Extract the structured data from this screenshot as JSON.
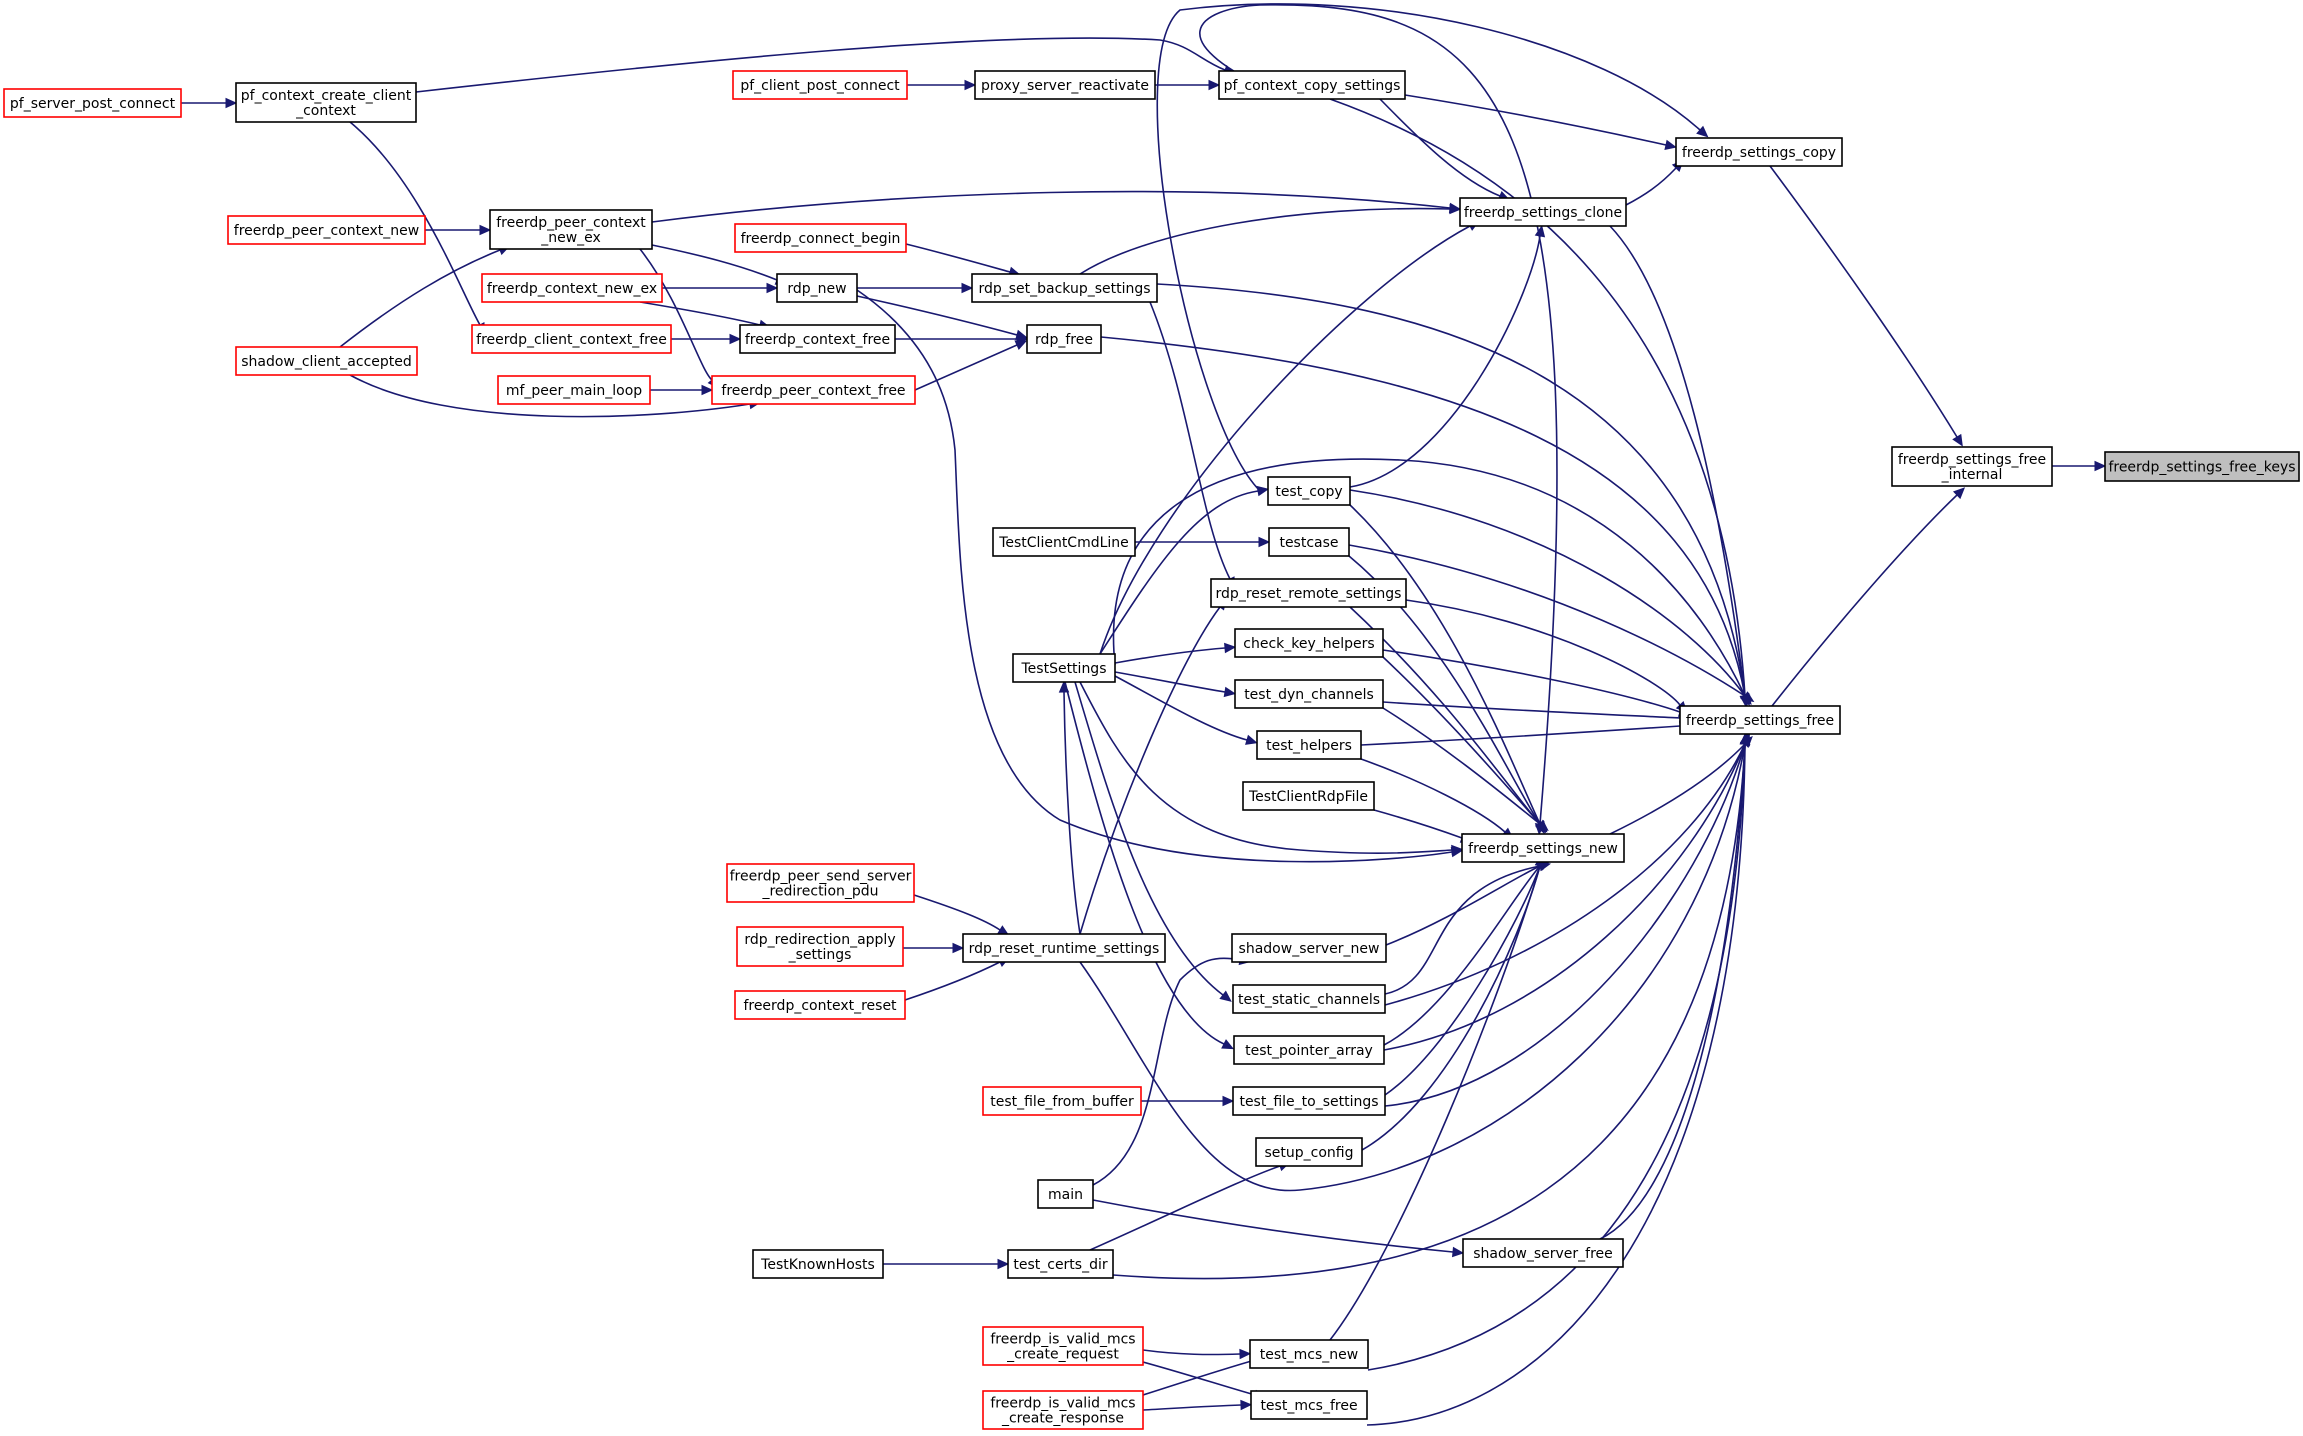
{
  "colors": {
    "edge": "#191970",
    "node_border": "#000000",
    "truncated_border": "#ff0000",
    "root_fill": "#bfbfbf",
    "background": "#ffffff"
  },
  "nodes": [
    {
      "id": "root",
      "label": [
        "freerdp_settings_free_keys"
      ],
      "style": "root"
    },
    {
      "id": "free_internal",
      "label": [
        "freerdp_settings_free",
        "_internal"
      ],
      "style": "normal"
    },
    {
      "id": "settings_copy",
      "label": [
        "freerdp_settings_copy"
      ],
      "style": "normal"
    },
    {
      "id": "settings_free",
      "label": [
        "freerdp_settings_free"
      ],
      "style": "normal"
    },
    {
      "id": "settings_clone",
      "label": [
        "freerdp_settings_clone"
      ],
      "style": "normal"
    },
    {
      "id": "settings_new",
      "label": [
        "freerdp_settings_new"
      ],
      "style": "normal"
    },
    {
      "id": "pf_copy",
      "label": [
        "pf_context_copy_settings"
      ],
      "style": "normal"
    },
    {
      "id": "proxy_react",
      "label": [
        "proxy_server_reactivate"
      ],
      "style": "normal"
    },
    {
      "id": "pf_client_post",
      "label": [
        "pf_client_post_connect"
      ],
      "style": "trunc"
    },
    {
      "id": "pf_create",
      "label": [
        "pf_context_create_client",
        "_context"
      ],
      "style": "normal"
    },
    {
      "id": "pf_server_post",
      "label": [
        "pf_server_post_connect"
      ],
      "style": "trunc"
    },
    {
      "id": "peer_new_ex",
      "label": [
        "freerdp_peer_context",
        "_new_ex"
      ],
      "style": "normal"
    },
    {
      "id": "peer_new",
      "label": [
        "freerdp_peer_context_new"
      ],
      "style": "trunc"
    },
    {
      "id": "shadow_acc",
      "label": [
        "shadow_client_accepted"
      ],
      "style": "trunc"
    },
    {
      "id": "connect_begin",
      "label": [
        "freerdp_connect_begin"
      ],
      "style": "trunc"
    },
    {
      "id": "set_backup",
      "label": [
        "rdp_set_backup_settings"
      ],
      "style": "normal"
    },
    {
      "id": "rdp_new",
      "label": [
        "rdp_new"
      ],
      "style": "normal"
    },
    {
      "id": "ctx_new_ex",
      "label": [
        "freerdp_context_new_ex"
      ],
      "style": "trunc"
    },
    {
      "id": "client_ctx_free",
      "label": [
        "freerdp_client_context_free"
      ],
      "style": "trunc"
    },
    {
      "id": "ctx_free",
      "label": [
        "freerdp_context_free"
      ],
      "style": "normal"
    },
    {
      "id": "rdp_free",
      "label": [
        "rdp_free"
      ],
      "style": "normal"
    },
    {
      "id": "mf_loop",
      "label": [
        "mf_peer_main_loop"
      ],
      "style": "trunc"
    },
    {
      "id": "peer_ctx_free",
      "label": [
        "freerdp_peer_context_free"
      ],
      "style": "trunc"
    },
    {
      "id": "test_copy",
      "label": [
        "test_copy"
      ],
      "style": "normal"
    },
    {
      "id": "testcase",
      "label": [
        "testcase"
      ],
      "style": "normal"
    },
    {
      "id": "tccl",
      "label": [
        "TestClientCmdLine"
      ],
      "style": "normal"
    },
    {
      "id": "reset_remote",
      "label": [
        "rdp_reset_remote_settings"
      ],
      "style": "normal"
    },
    {
      "id": "check_key",
      "label": [
        "check_key_helpers"
      ],
      "style": "normal"
    },
    {
      "id": "test_settings",
      "label": [
        "TestSettings"
      ],
      "style": "normal"
    },
    {
      "id": "test_dyn",
      "label": [
        "test_dyn_channels"
      ],
      "style": "normal"
    },
    {
      "id": "test_helpers",
      "label": [
        "test_helpers"
      ],
      "style": "normal"
    },
    {
      "id": "tcrf",
      "label": [
        "TestClientRdpFile"
      ],
      "style": "normal"
    },
    {
      "id": "peer_send",
      "label": [
        "freerdp_peer_send_server",
        "_redirection_pdu"
      ],
      "style": "trunc"
    },
    {
      "id": "redir_apply",
      "label": [
        "rdp_redirection_apply",
        "_settings"
      ],
      "style": "trunc"
    },
    {
      "id": "ctx_reset",
      "label": [
        "freerdp_context_reset"
      ],
      "style": "trunc"
    },
    {
      "id": "reset_runtime",
      "label": [
        "rdp_reset_runtime_settings"
      ],
      "style": "normal"
    },
    {
      "id": "shadow_new",
      "label": [
        "shadow_server_new"
      ],
      "style": "normal"
    },
    {
      "id": "test_static",
      "label": [
        "test_static_channels"
      ],
      "style": "normal"
    },
    {
      "id": "test_ptr",
      "label": [
        "test_pointer_array"
      ],
      "style": "normal"
    },
    {
      "id": "file_buf",
      "label": [
        "test_file_from_buffer"
      ],
      "style": "trunc"
    },
    {
      "id": "file_settings",
      "label": [
        "test_file_to_settings"
      ],
      "style": "normal"
    },
    {
      "id": "setup_config",
      "label": [
        "setup_config"
      ],
      "style": "normal"
    },
    {
      "id": "main",
      "label": [
        "main"
      ],
      "style": "normal"
    },
    {
      "id": "shadow_free",
      "label": [
        "shadow_server_free"
      ],
      "style": "normal"
    },
    {
      "id": "tkh",
      "label": [
        "TestKnownHosts"
      ],
      "style": "normal"
    },
    {
      "id": "certs_dir",
      "label": [
        "test_certs_dir"
      ],
      "style": "normal"
    },
    {
      "id": "mcs_req",
      "label": [
        "freerdp_is_valid_mcs",
        "_create_request"
      ],
      "style": "trunc"
    },
    {
      "id": "mcs_new",
      "label": [
        "test_mcs_new"
      ],
      "style": "normal"
    },
    {
      "id": "mcs_resp",
      "label": [
        "freerdp_is_valid_mcs",
        "_create_response"
      ],
      "style": "trunc"
    },
    {
      "id": "mcs_free",
      "label": [
        "test_mcs_free"
      ],
      "style": "normal"
    }
  ],
  "edges": [
    [
      "free_internal",
      "root"
    ],
    [
      "settings_copy",
      "free_internal"
    ],
    [
      "settings_free",
      "free_internal"
    ],
    [
      "pf_copy",
      "settings_copy"
    ],
    [
      "test_copy",
      "settings_copy"
    ],
    [
      "settings_clone",
      "settings_copy"
    ],
    [
      "settings_clone",
      "settings_free"
    ],
    [
      "settings_new",
      "settings_free"
    ],
    [
      "pf_copy",
      "settings_free"
    ],
    [
      "set_backup",
      "settings_free"
    ],
    [
      "rdp_free",
      "settings_free"
    ],
    [
      "test_copy",
      "settings_free"
    ],
    [
      "testcase",
      "settings_free"
    ],
    [
      "reset_remote",
      "settings_free"
    ],
    [
      "check_key",
      "settings_free"
    ],
    [
      "test_dyn",
      "settings_free"
    ],
    [
      "test_helpers",
      "settings_free"
    ],
    [
      "test_static",
      "settings_free"
    ],
    [
      "test_ptr",
      "settings_free"
    ],
    [
      "file_settings",
      "settings_free"
    ],
    [
      "reset_runtime",
      "settings_free"
    ],
    [
      "shadow_free",
      "settings_free"
    ],
    [
      "certs_dir",
      "settings_free"
    ],
    [
      "mcs_new",
      "settings_free"
    ],
    [
      "mcs_free",
      "settings_free"
    ],
    [
      "test_settings",
      "settings_free"
    ],
    [
      "pf_copy",
      "settings_clone"
    ],
    [
      "set_backup",
      "settings_clone"
    ],
    [
      "peer_new_ex",
      "settings_clone"
    ],
    [
      "test_copy",
      "settings_clone"
    ],
    [
      "test_settings",
      "settings_clone"
    ],
    [
      "pf_copy",
      "settings_new"
    ],
    [
      "test_copy",
      "settings_new"
    ],
    [
      "testcase",
      "settings_new"
    ],
    [
      "reset_remote",
      "settings_new"
    ],
    [
      "check_key",
      "settings_new"
    ],
    [
      "test_dyn",
      "settings_new"
    ],
    [
      "test_helpers",
      "settings_new"
    ],
    [
      "tcrf",
      "settings_new"
    ],
    [
      "shadow_new",
      "settings_new"
    ],
    [
      "test_static",
      "settings_new"
    ],
    [
      "test_ptr",
      "settings_new"
    ],
    [
      "file_settings",
      "settings_new"
    ],
    [
      "setup_config",
      "settings_new"
    ],
    [
      "mcs_new",
      "settings_new"
    ],
    [
      "rdp_new",
      "settings_new"
    ],
    [
      "test_settings",
      "settings_new"
    ],
    [
      "proxy_react",
      "pf_copy"
    ],
    [
      "pf_create",
      "pf_copy"
    ],
    [
      "pf_client_post",
      "proxy_react"
    ],
    [
      "pf_server_post",
      "pf_create"
    ],
    [
      "peer_new",
      "peer_new_ex"
    ],
    [
      "shadow_acc",
      "peer_new_ex"
    ],
    [
      "connect_begin",
      "set_backup"
    ],
    [
      "rdp_new",
      "set_backup"
    ],
    [
      "peer_new_ex",
      "rdp_new"
    ],
    [
      "ctx_new_ex",
      "rdp_new"
    ],
    [
      "rdp_new",
      "rdp_free"
    ],
    [
      "ctx_free",
      "rdp_free"
    ],
    [
      "peer_ctx_free",
      "rdp_free"
    ],
    [
      "client_ctx_free",
      "ctx_free"
    ],
    [
      "ctx_new_ex",
      "ctx_free"
    ],
    [
      "mf_loop",
      "peer_ctx_free"
    ],
    [
      "shadow_acc",
      "peer_ctx_free"
    ],
    [
      "peer_new_ex",
      "peer_ctx_free"
    ],
    [
      "pf_create",
      "client_ctx_free"
    ],
    [
      "test_settings",
      "test_copy"
    ],
    [
      "tccl",
      "testcase"
    ],
    [
      "set_backup",
      "reset_remote"
    ],
    [
      "reset_runtime",
      "reset_remote"
    ],
    [
      "test_settings",
      "check_key"
    ],
    [
      "test_settings",
      "test_dyn"
    ],
    [
      "test_settings",
      "test_helpers"
    ],
    [
      "test_settings",
      "test_static"
    ],
    [
      "test_settings",
      "test_ptr"
    ],
    [
      "reset_runtime",
      "test_settings"
    ],
    [
      "peer_send",
      "reset_runtime"
    ],
    [
      "redir_apply",
      "reset_runtime"
    ],
    [
      "ctx_reset",
      "reset_runtime"
    ],
    [
      "main",
      "shadow_new"
    ],
    [
      "main",
      "shadow_free"
    ],
    [
      "file_buf",
      "file_settings"
    ],
    [
      "certs_dir",
      "setup_config"
    ],
    [
      "tkh",
      "certs_dir"
    ],
    [
      "mcs_req",
      "mcs_new"
    ],
    [
      "mcs_resp",
      "mcs_new"
    ],
    [
      "mcs_req",
      "mcs_free"
    ],
    [
      "mcs_resp",
      "mcs_free"
    ]
  ]
}
